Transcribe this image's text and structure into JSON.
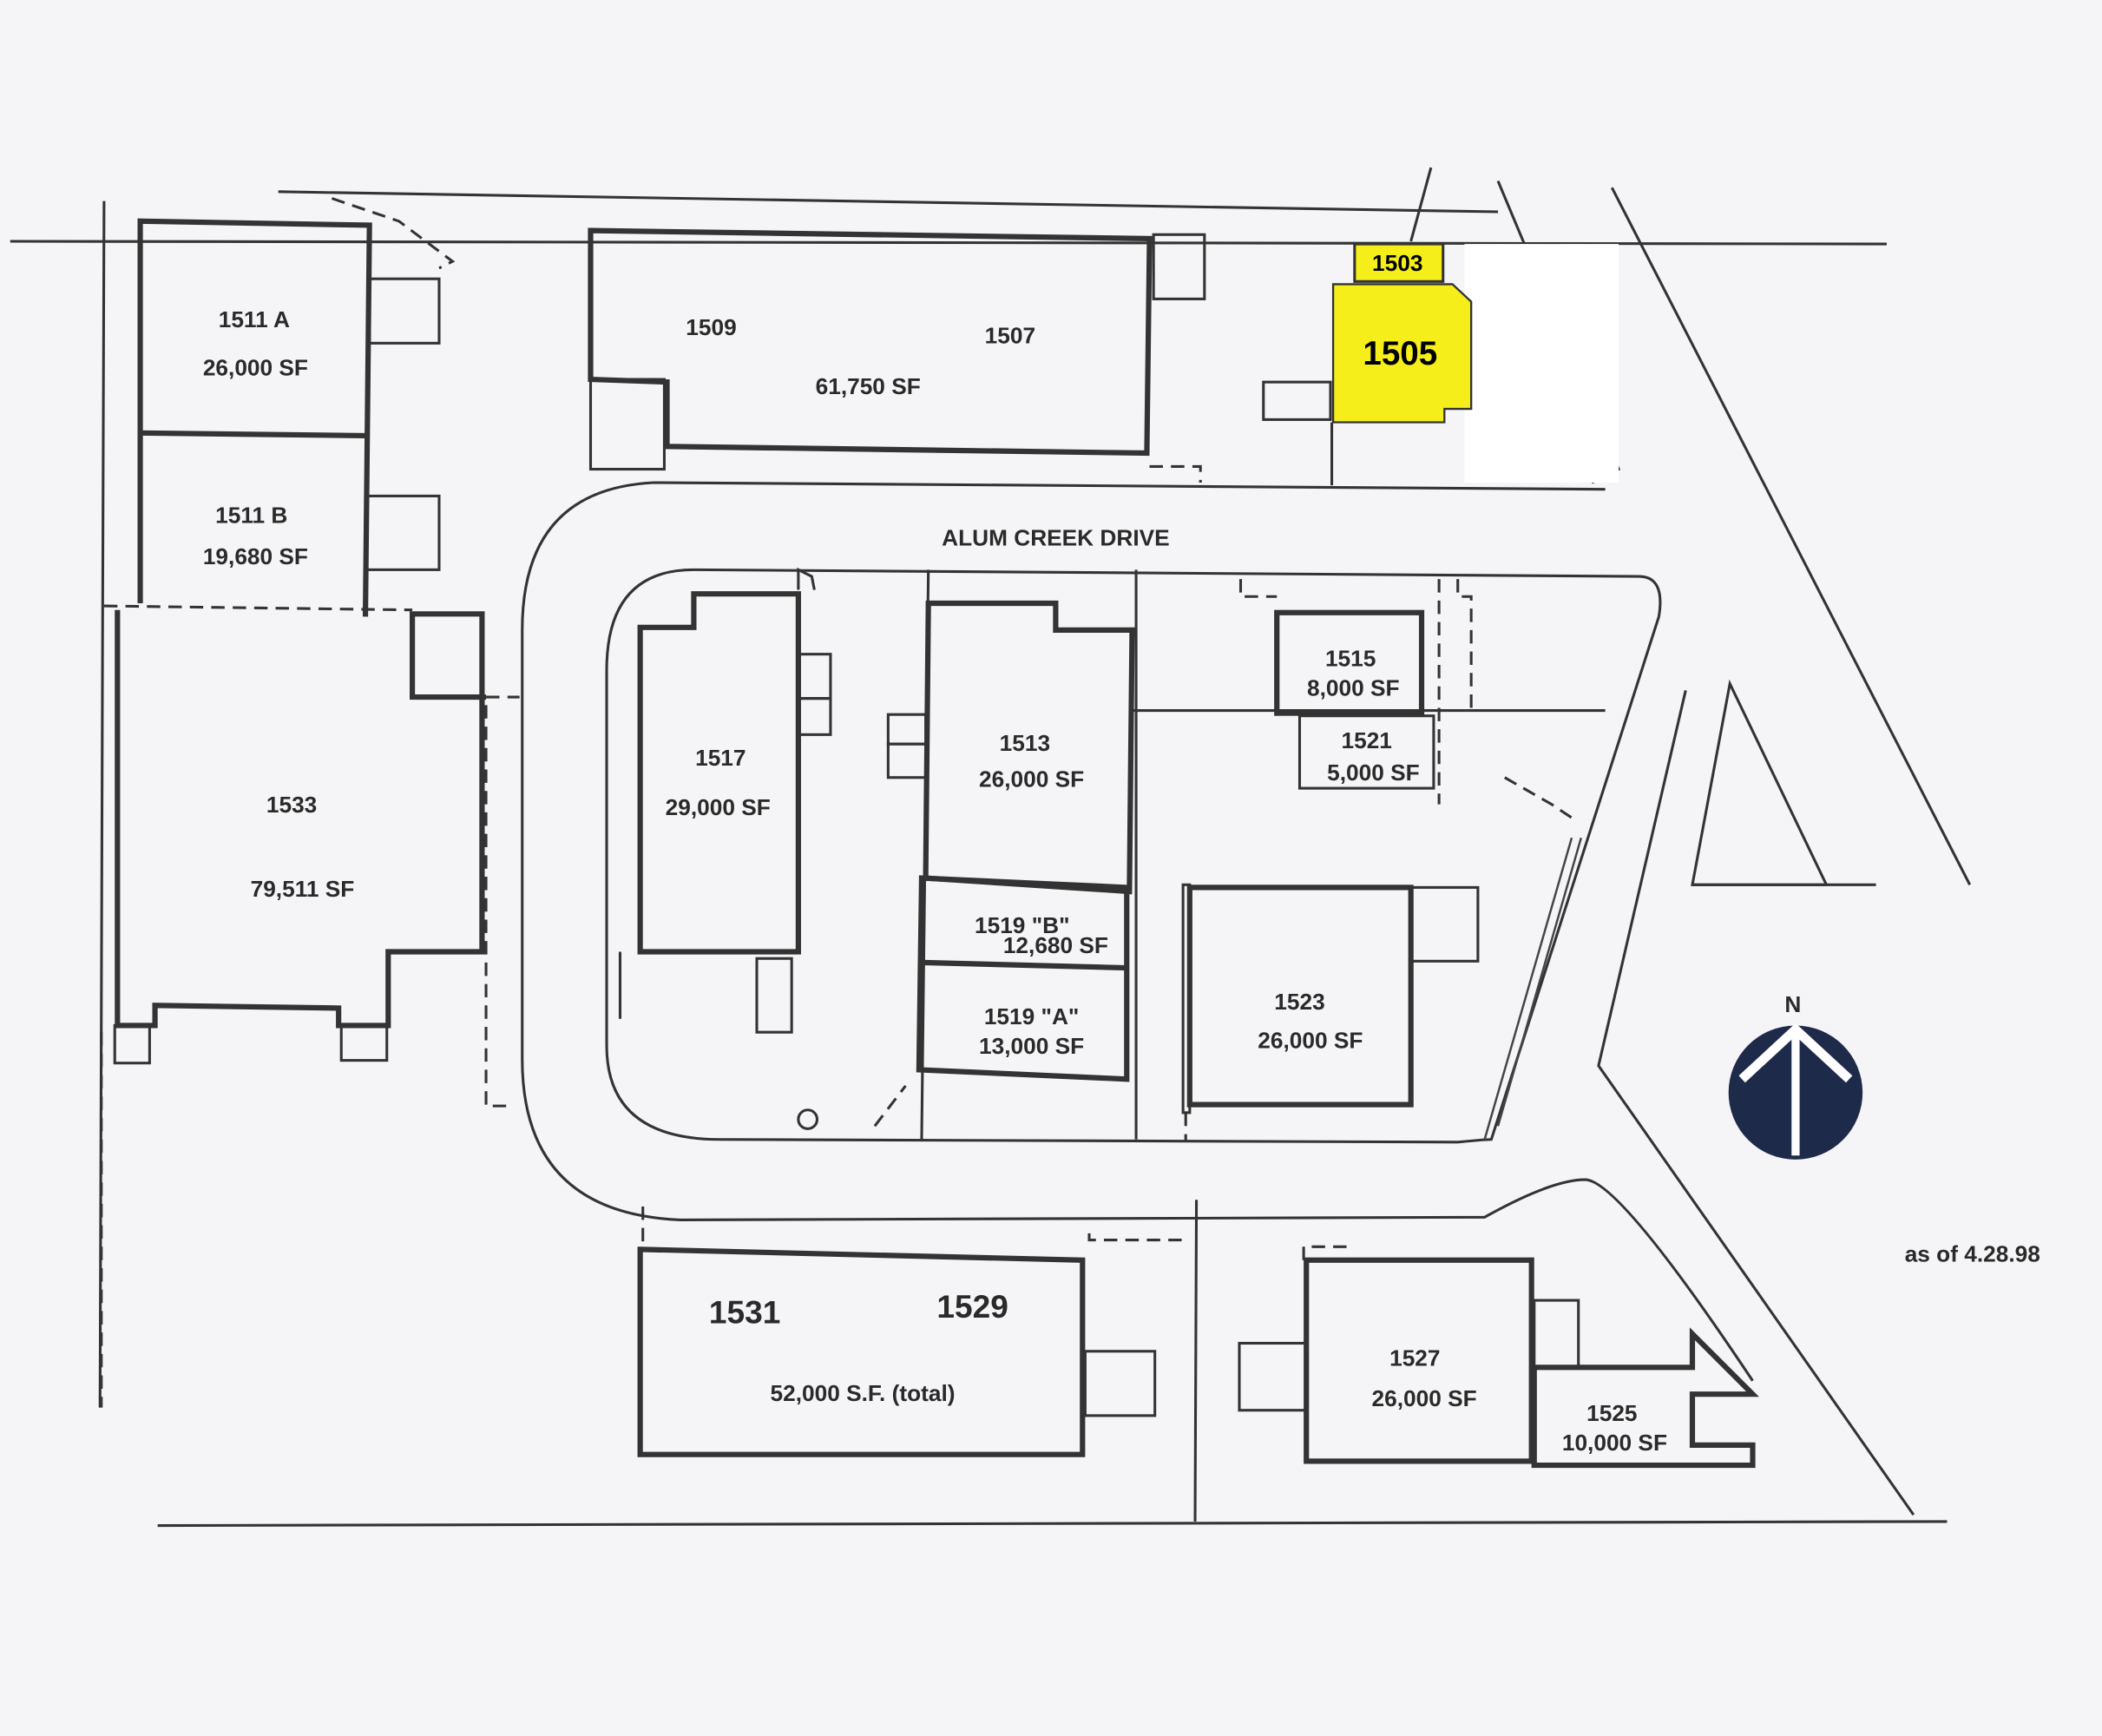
{
  "street": "ALUM CREEK DRIVE",
  "highlight_color": "#f5ee1a",
  "buildings": {
    "b1503": {
      "number": "1503"
    },
    "b1505": {
      "number": "1505"
    },
    "b1509_1507": {
      "number_a": "1509",
      "number_b": "1507",
      "area": "61,750 SF"
    },
    "b1511a": {
      "number": "1511 A",
      "area": "26,000 SF"
    },
    "b1511b": {
      "number": "1511 B",
      "area": "19,680 SF"
    },
    "b1533": {
      "number": "1533",
      "area": "79,511 SF"
    },
    "b1517": {
      "number": "1517",
      "area": "29,000 SF"
    },
    "b1513": {
      "number": "1513",
      "area": "26,000 SF"
    },
    "b1519b": {
      "number": "1519 \"B\"",
      "area": "12,680 SF"
    },
    "b1519a": {
      "number": "1519 \"A\"",
      "area": "13,000 SF"
    },
    "b1515": {
      "number": "1515",
      "area": "8,000 SF"
    },
    "b1521": {
      "number": "1521",
      "area": "5,000 SF"
    },
    "b1523": {
      "number": "1523",
      "area": "26,000 SF"
    },
    "b1531_1529": {
      "number_a": "1531",
      "number_b": "1529",
      "area": "52,000 S.F. (total)"
    },
    "b1527": {
      "number": "1527",
      "area": "26,000 SF"
    },
    "b1525": {
      "number": "1525",
      "area": "10,000 SF"
    }
  },
  "north_label": "N",
  "date_note": "as of 4.28.98",
  "icons": {
    "north_arrow": "north-arrow-icon"
  }
}
